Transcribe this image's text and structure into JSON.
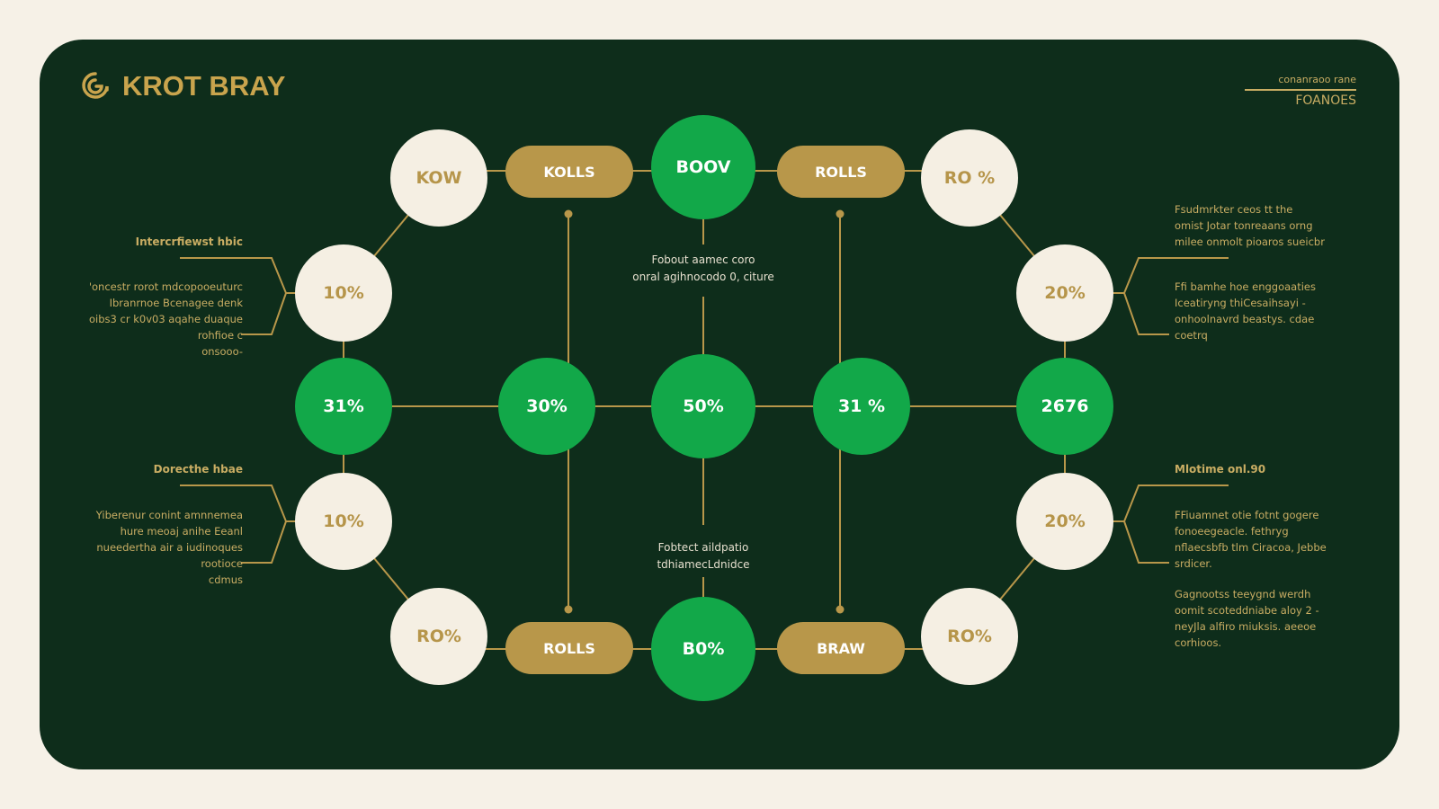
{
  "brand": {
    "name": "KROT BRAY",
    "icon": "spiral-logo-icon"
  },
  "legend": {
    "small": "conanraoo rane",
    "big": "FOANOES"
  },
  "colors": {
    "panel": "#0e2d1b",
    "gold": "#b8974a",
    "green": "#12a849",
    "cream": "#f5efe3",
    "background": "#f6f1e7"
  },
  "nodes": {
    "top_left": "KOW",
    "top_pill_left": "KOLLS",
    "top_center": "BOOV",
    "top_pill_right": "ROLLS",
    "top_right": "RO %",
    "upper_left": "10%",
    "upper_right": "20%",
    "mid_far_left": "31%",
    "mid_left": "30%",
    "mid_center": "50%",
    "mid_right": "31 %",
    "mid_far_right": "2676",
    "lower_left": "10%",
    "lower_right": "20%",
    "bottom_left": "RO%",
    "bottom_pill_left": "ROLLS",
    "bottom_center": "B0%",
    "bottom_pill_right": "BRAW",
    "bottom_right": "RO%"
  },
  "annotations": {
    "left_top_heading": "Intercrfiewst hbic",
    "left_top_text": "'oncestr rorot mdcopooeuturc\nIbranrnoe Bcenagee denk\noibs3 cr k0v03 aqahe duaque\nrohfioe c\nonsooo-",
    "left_bottom_heading": "Dorecthe hbae",
    "left_bottom_text": "Yiberenur conint amnnemea\nhure meoaj anihe Eeanl\nnueedertha air a iudinoques\nrootioce\ncdmus",
    "right_top_text": "Fsudmrkter ceos tt the\nomist Jotar tonreaans orng\nmilee onmolt pioaros sueicbr",
    "right_mid_text": "Ffi bamhe hoe enggoaaties\nIceatiryng thiCesaihsayi -\nonhoolnavrd beastys. cdae\ncoetrq",
    "right_bottom_heading": "Mlotime onl.90",
    "right_bottom_text": "FFiuamnet otie fotnt gogere\nfonoeegeacle. fethryg\nnflaecsbfb tlm Ciracoa, Jebbe\nsrdicer.",
    "right_bottom_text2": "Gagnootss teeygnd werdh\noomit scoteddniabe aloy 2 -\nneyJla alfiro miuksis. aeeoe\ncorhioos.",
    "center_top_text": "Fobout aamec coro\nonral agihnocodo 0, citure",
    "center_bottom_text": "Fobtect aildpatio\ntdhiamecLdnidce"
  }
}
